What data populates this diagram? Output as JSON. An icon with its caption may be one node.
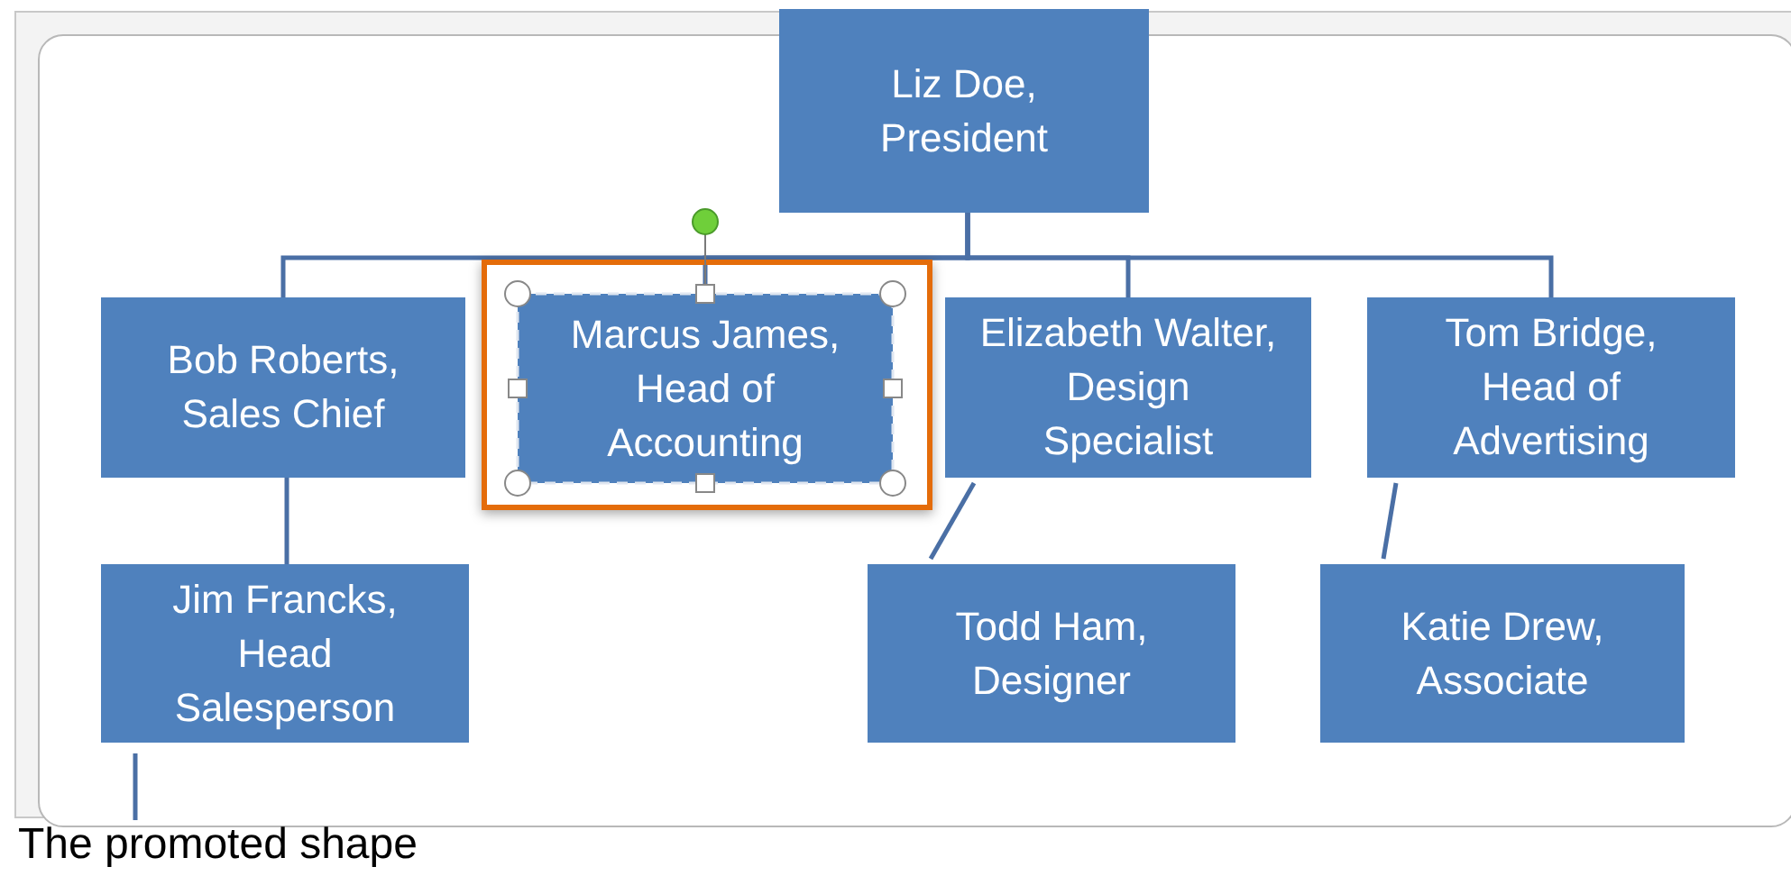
{
  "diagram": {
    "caption": "The promoted shape",
    "nodes": [
      {
        "text": [
          "Liz Doe, President"
        ]
      },
      {
        "text": [
          "Bob Roberts, Sales Chief"
        ]
      },
      {
        "text": [
          "Marcus James, Head of Accounting"
        ]
      },
      {
        "text": [
          "Elizabeth Walter, Design Specialist"
        ]
      },
      {
        "text": [
          "Tom Bridge, Head of Advertising"
        ]
      },
      {
        "text": [
          "Jim Francks, Head Salesperson"
        ]
      },
      {
        "text": [
          "Todd Ham, Designer"
        ]
      },
      {
        "text": [
          "Katie Drew, Associate"
        ]
      }
    ],
    "edges": [
      {
        "from": 0,
        "to": 1,
        "arrow": "none"
      },
      {
        "from": 0,
        "to": 2,
        "arrow": "none"
      },
      {
        "from": 0,
        "to": 3,
        "arrow": "none"
      },
      {
        "from": 0,
        "to": 4,
        "arrow": "none"
      },
      {
        "from": 1,
        "to": 5,
        "arrow": "none"
      },
      {
        "from": 3,
        "to": 6,
        "arrow": "none"
      },
      {
        "from": 4,
        "to": 7,
        "arrow": "none"
      },
      {
        "from": 5,
        "to": null,
        "arrow": "none"
      }
    ]
  }
}
